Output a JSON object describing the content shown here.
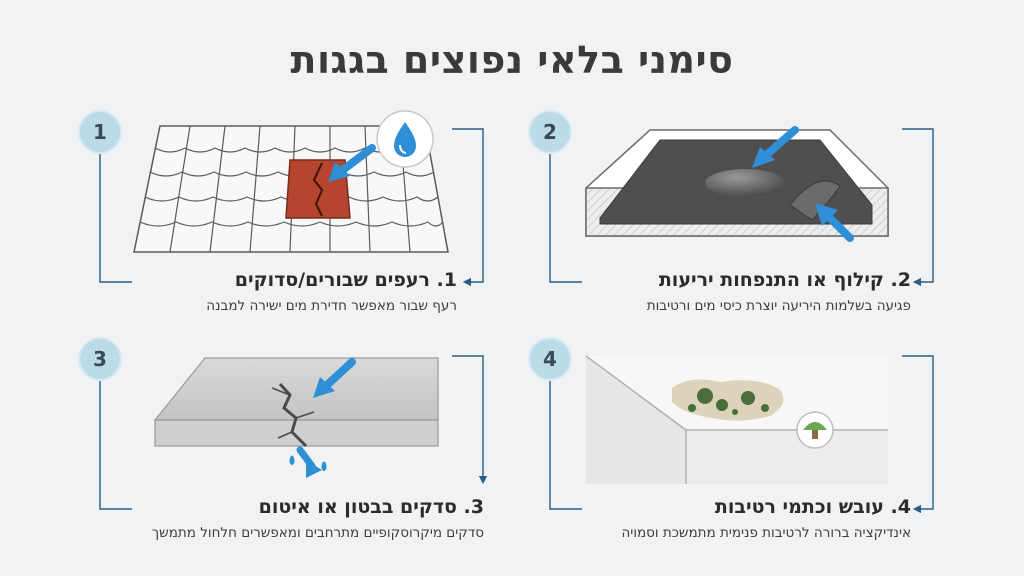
{
  "title": "סימני בלאי נפוצים בגגות",
  "items": [
    {
      "number": "1",
      "heading": "1. רעפים שבורים/סדוקים",
      "description": "רעף שבור מאפשר חדירת מים ישירה למבנה"
    },
    {
      "number": "2",
      "heading": "2. קילוף או התנפחות יריעות",
      "description": "פגיעה בשלמות היריעה יוצרת כיסי מים ורטיבות"
    },
    {
      "number": "3",
      "heading": "3. סדקים בבטון או איטום",
      "description": "סדקים מיקרוסקופיים מתרחבים ומאפשרים חלחול מתמשך"
    },
    {
      "number": "4",
      "heading": "4. עובש וכתמי רטיבות",
      "description": "אינדיקציה ברורה לרטיבות פנימית מתמשכת וסמויה"
    }
  ],
  "icons": [
    "water-drop-icon",
    "mushroom-icon",
    "arrow-icon"
  ],
  "colors": {
    "accent_arrow": "#2f8fd6",
    "badge": "#bcdbe9",
    "broken_tile": "#b5452f",
    "connector": "#2a5d85"
  }
}
